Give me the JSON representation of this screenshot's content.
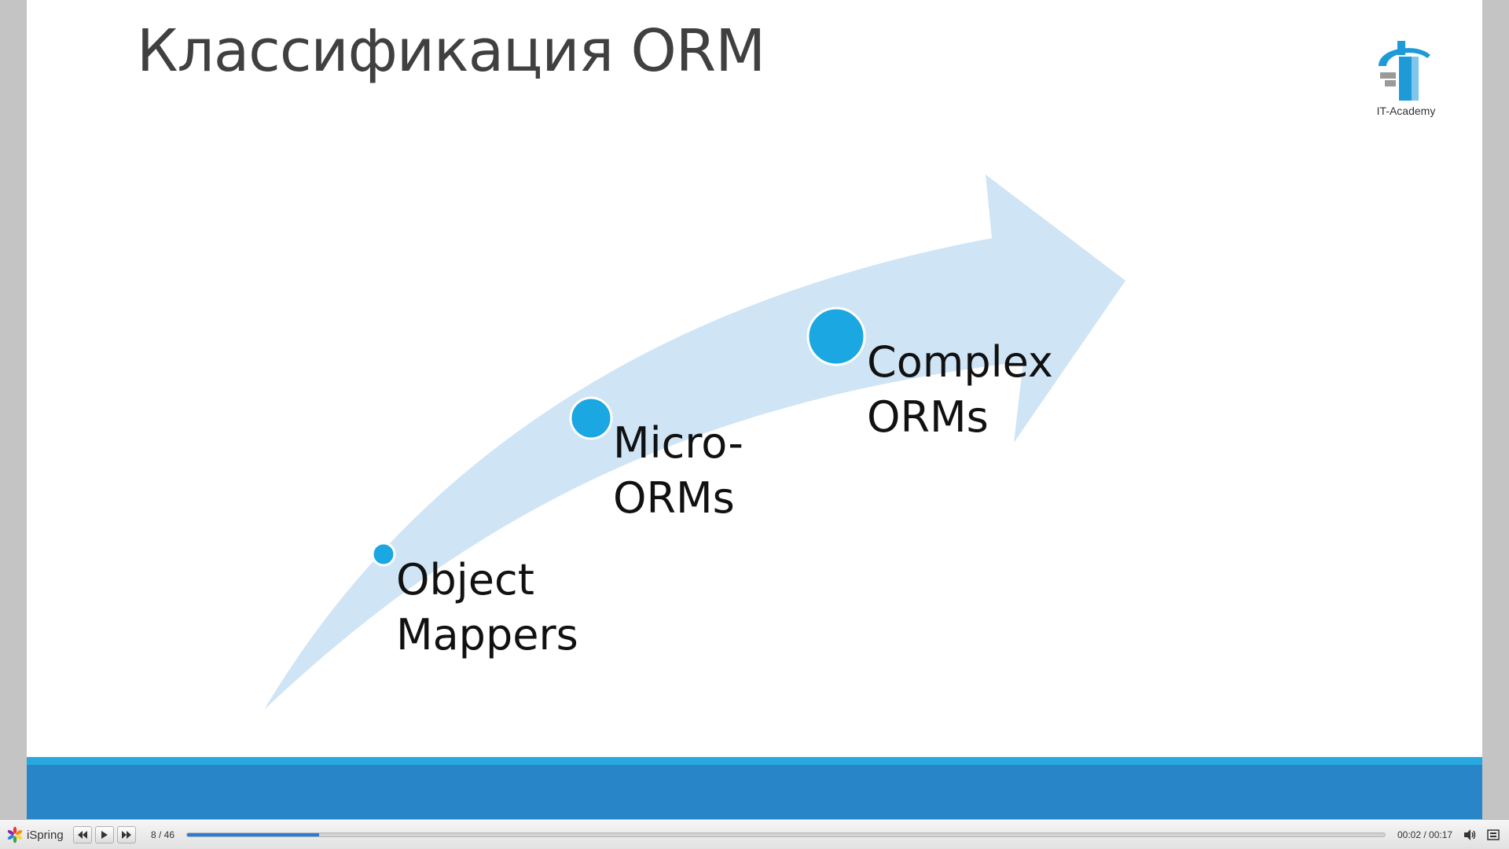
{
  "slide": {
    "title": "Классификация ORM",
    "logo": {
      "caption": "IT-Academy",
      "icon": "it-academy-logo-icon",
      "color": "#1e9ad6"
    },
    "stages": [
      {
        "line1": "Object",
        "line2": "Mappers"
      },
      {
        "line1": "Micro-",
        "line2": "ORMs"
      },
      {
        "line1": "Complex",
        "line2": "ORMs"
      }
    ],
    "colors": {
      "arrow": "#cfe4f5",
      "dot": "#1aa7e2",
      "footer_light": "#29a8e0",
      "footer_dark": "#2785c8"
    }
  },
  "player": {
    "brand": "iSpring",
    "brand_icon": "ispring-flower-icon",
    "controls": {
      "prev_icon": "rewind-icon",
      "play_icon": "play-icon",
      "next_icon": "fast-forward-icon",
      "volume_icon": "speaker-icon",
      "menu_icon": "fullscreen-icon"
    },
    "slide_counter": "8 / 46",
    "progress_fraction": 0.11,
    "time": "00:02 / 00:17"
  }
}
